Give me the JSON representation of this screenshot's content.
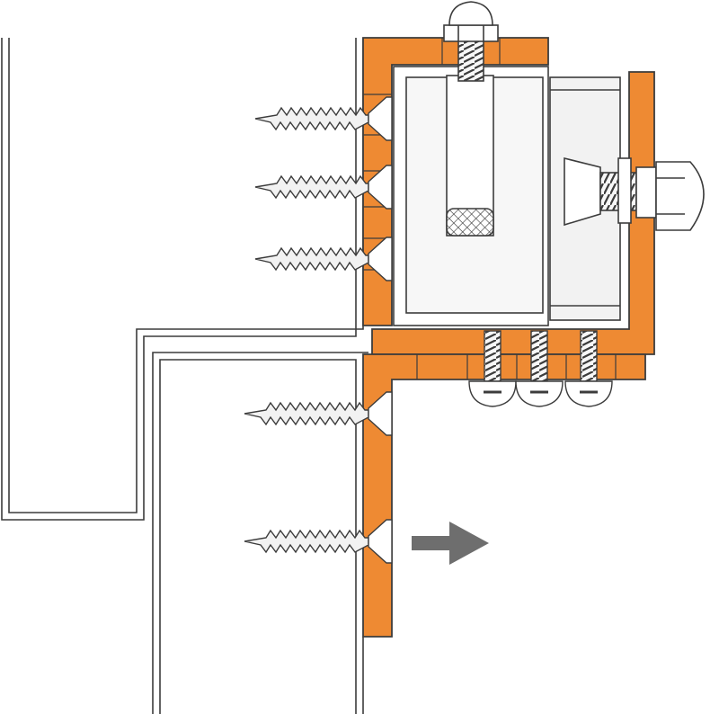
{
  "diagram": {
    "colors": {
      "bracket": "#ee8a33",
      "outline": "#3c3c3c",
      "metal": "#f2f2f2",
      "arrow": "#6e6e6e",
      "background": "#ffffff"
    },
    "parts": [
      "wall-profile",
      "door-profile",
      "fixed-bracket",
      "sliding-bracket",
      "adjustment-bolt",
      "lock-bolt",
      "acorn-nut",
      "wood-screws",
      "machine-screws",
      "direction-arrow"
    ],
    "direction_arrow": "right-arrow-icon"
  }
}
